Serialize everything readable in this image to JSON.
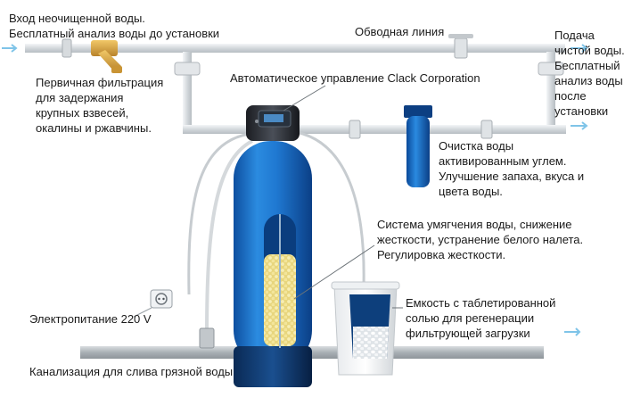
{
  "labels": {
    "inlet": [
      "Вход неочищенной воды.",
      "Бесплатный анализ воды до установки"
    ],
    "bypass": [
      "Обводная линия"
    ],
    "outlet": [
      "Подача",
      "чистой воды.",
      "Бесплатный",
      "анализ воды",
      "после",
      "установки"
    ],
    "prefilter": [
      "Первичная фильтрация",
      "для задержания",
      "крупных взвесей,",
      "окалины и ржавчины."
    ],
    "control": [
      "Автоматическое управление Clack Corporation"
    ],
    "carbon": [
      "Очистка воды",
      "активированным углем.",
      "Улучшение запаха, вкуса и",
      "цвета воды."
    ],
    "softener": [
      "Система умягчения воды, снижение",
      "жесткости, устранение белого налета.",
      "Регулировка жесткости."
    ],
    "brine": [
      "Емкость с таблетированной",
      "солью для регенерации",
      "фильтрующей загрузки"
    ],
    "power": [
      "Электропитание 220 V"
    ],
    "drain": [
      "Канализация для слива грязной воды"
    ]
  },
  "colors": {
    "tank_blue": "#1f78d1",
    "media_yellow": "#e9d27a",
    "pipe_gray": "#c9ced3",
    "brass": "#d9a640",
    "text": "#1a1a1a"
  },
  "icons": [
    "water-drop-arrow-icon",
    "power-socket-icon",
    "valve-icon"
  ]
}
